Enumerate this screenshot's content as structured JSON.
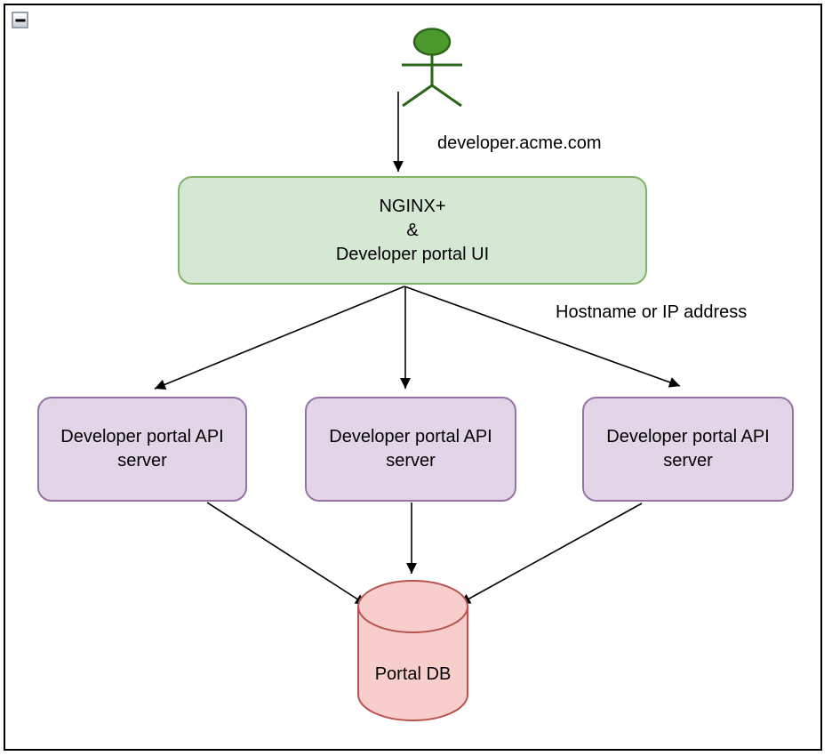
{
  "window": {
    "icons": {
      "collapse": "minus-icon"
    }
  },
  "diagram": {
    "edge_color": "#000000",
    "actor": {
      "fill": "#4c9a2e",
      "stroke": "#2d661b"
    },
    "nodes": {
      "gateway": {
        "label": "NGINX+\n&\nDeveloper portal UI",
        "fill": "#d5e8d4",
        "stroke": "#82b366"
      },
      "api_server_1": {
        "label": "Developer portal API\nserver",
        "fill": "#e1d5e7",
        "stroke": "#9673a6"
      },
      "api_server_2": {
        "label": "Developer portal API\nserver",
        "fill": "#e1d5e7",
        "stroke": "#9673a6"
      },
      "api_server_3": {
        "label": "Developer portal API\nserver",
        "fill": "#e1d5e7",
        "stroke": "#9673a6"
      },
      "database": {
        "label": "Portal DB",
        "fill": "#f8cecc",
        "stroke": "#b85450"
      }
    },
    "edge_labels": {
      "user_to_gateway": "developer.acme.com",
      "gateway_to_servers": "Hostname or IP address"
    }
  }
}
